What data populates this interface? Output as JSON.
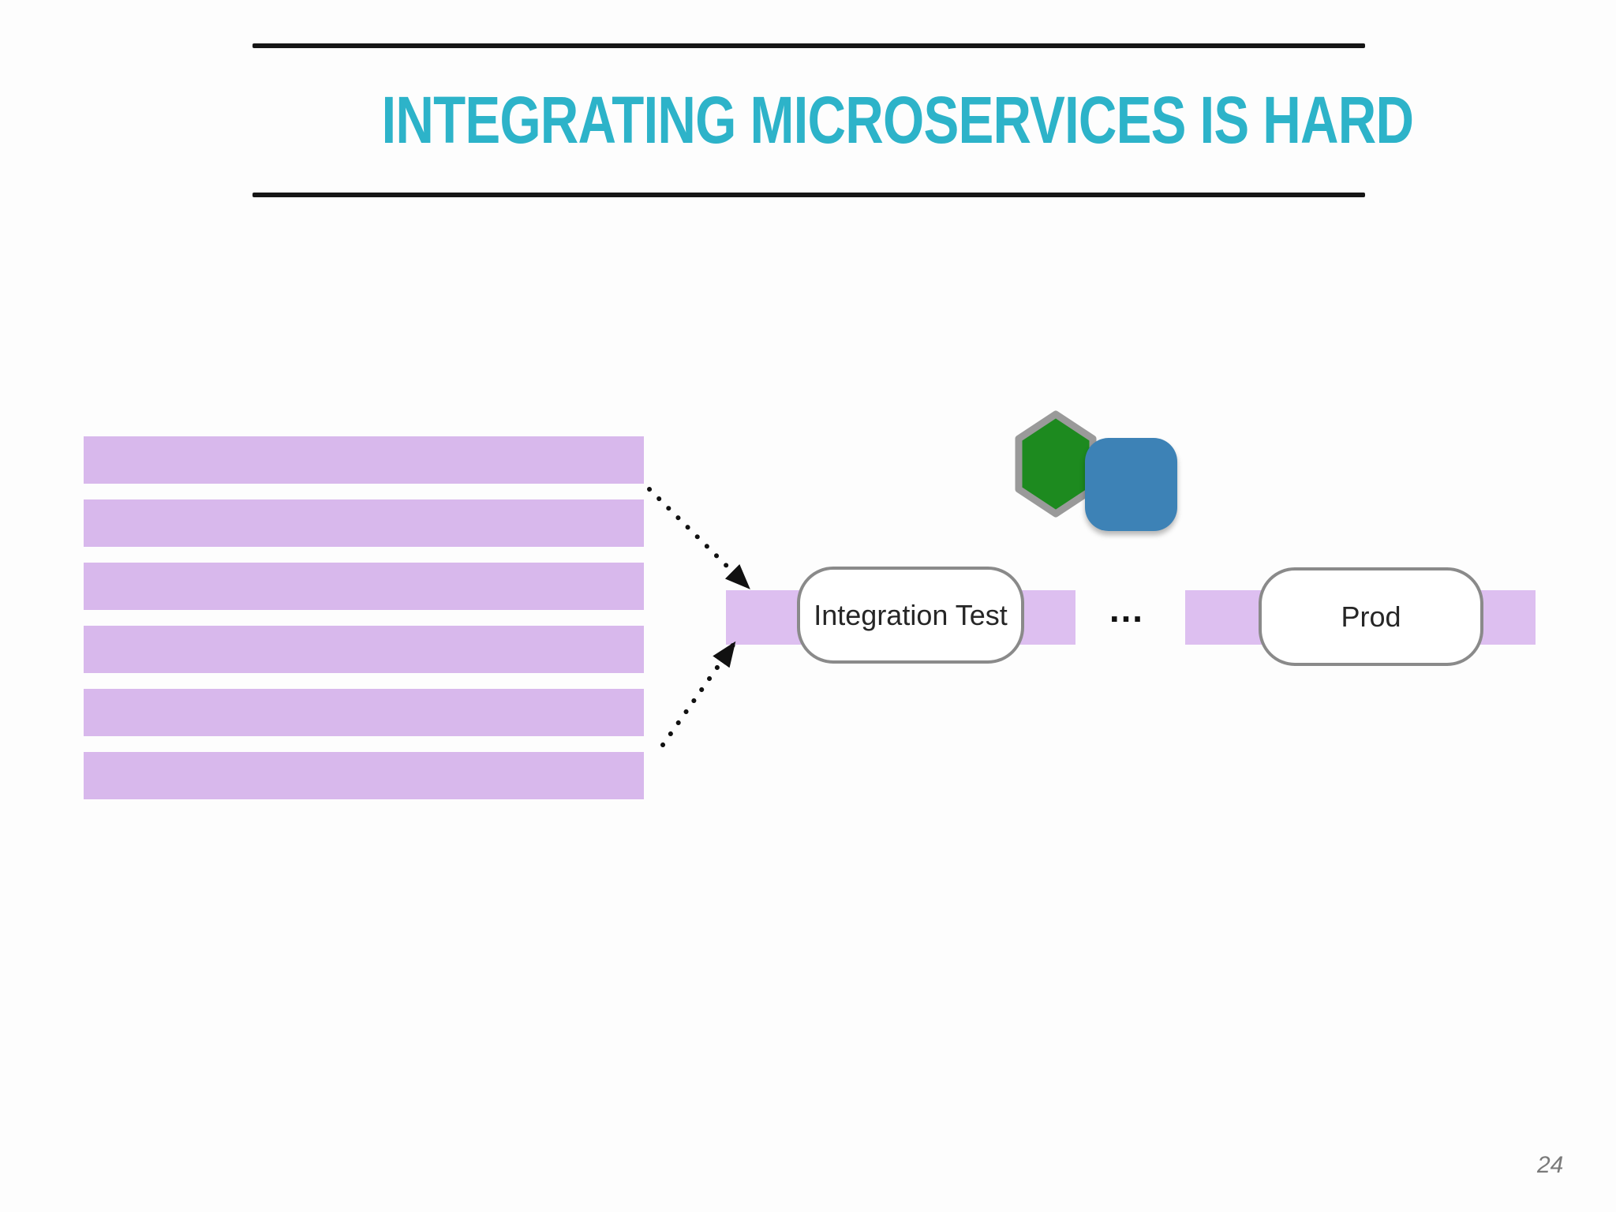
{
  "slide": {
    "title": "INTEGRATING MICROSERVICES IS HARD",
    "page_number": "24"
  },
  "branches": {
    "description": "six parallel service branch bars, no text",
    "bar_count": 6
  },
  "pipeline": {
    "stage_integration": {
      "label": "Integration Test"
    },
    "separator_label": "…",
    "stage_prod": {
      "label": "Prod"
    }
  },
  "icons": {
    "hexagon": "green-hexagon-service-icon",
    "square": "blue-square-service-icon"
  },
  "colors": {
    "title_text": "#2db3c9",
    "rule": "#161616",
    "branch_bar": "#d8b8ec",
    "pipeline_strip": "#ddbff0",
    "node_fill": "#ffffff",
    "node_border": "#8a8a8a",
    "node_text": "#262626",
    "hexagon_fill": "#1d8a1f",
    "hexagon_border": "#9a9a9a",
    "square_fill": "#3d82b6",
    "arrow": "#111111",
    "page_number": "#7a7a7a"
  }
}
